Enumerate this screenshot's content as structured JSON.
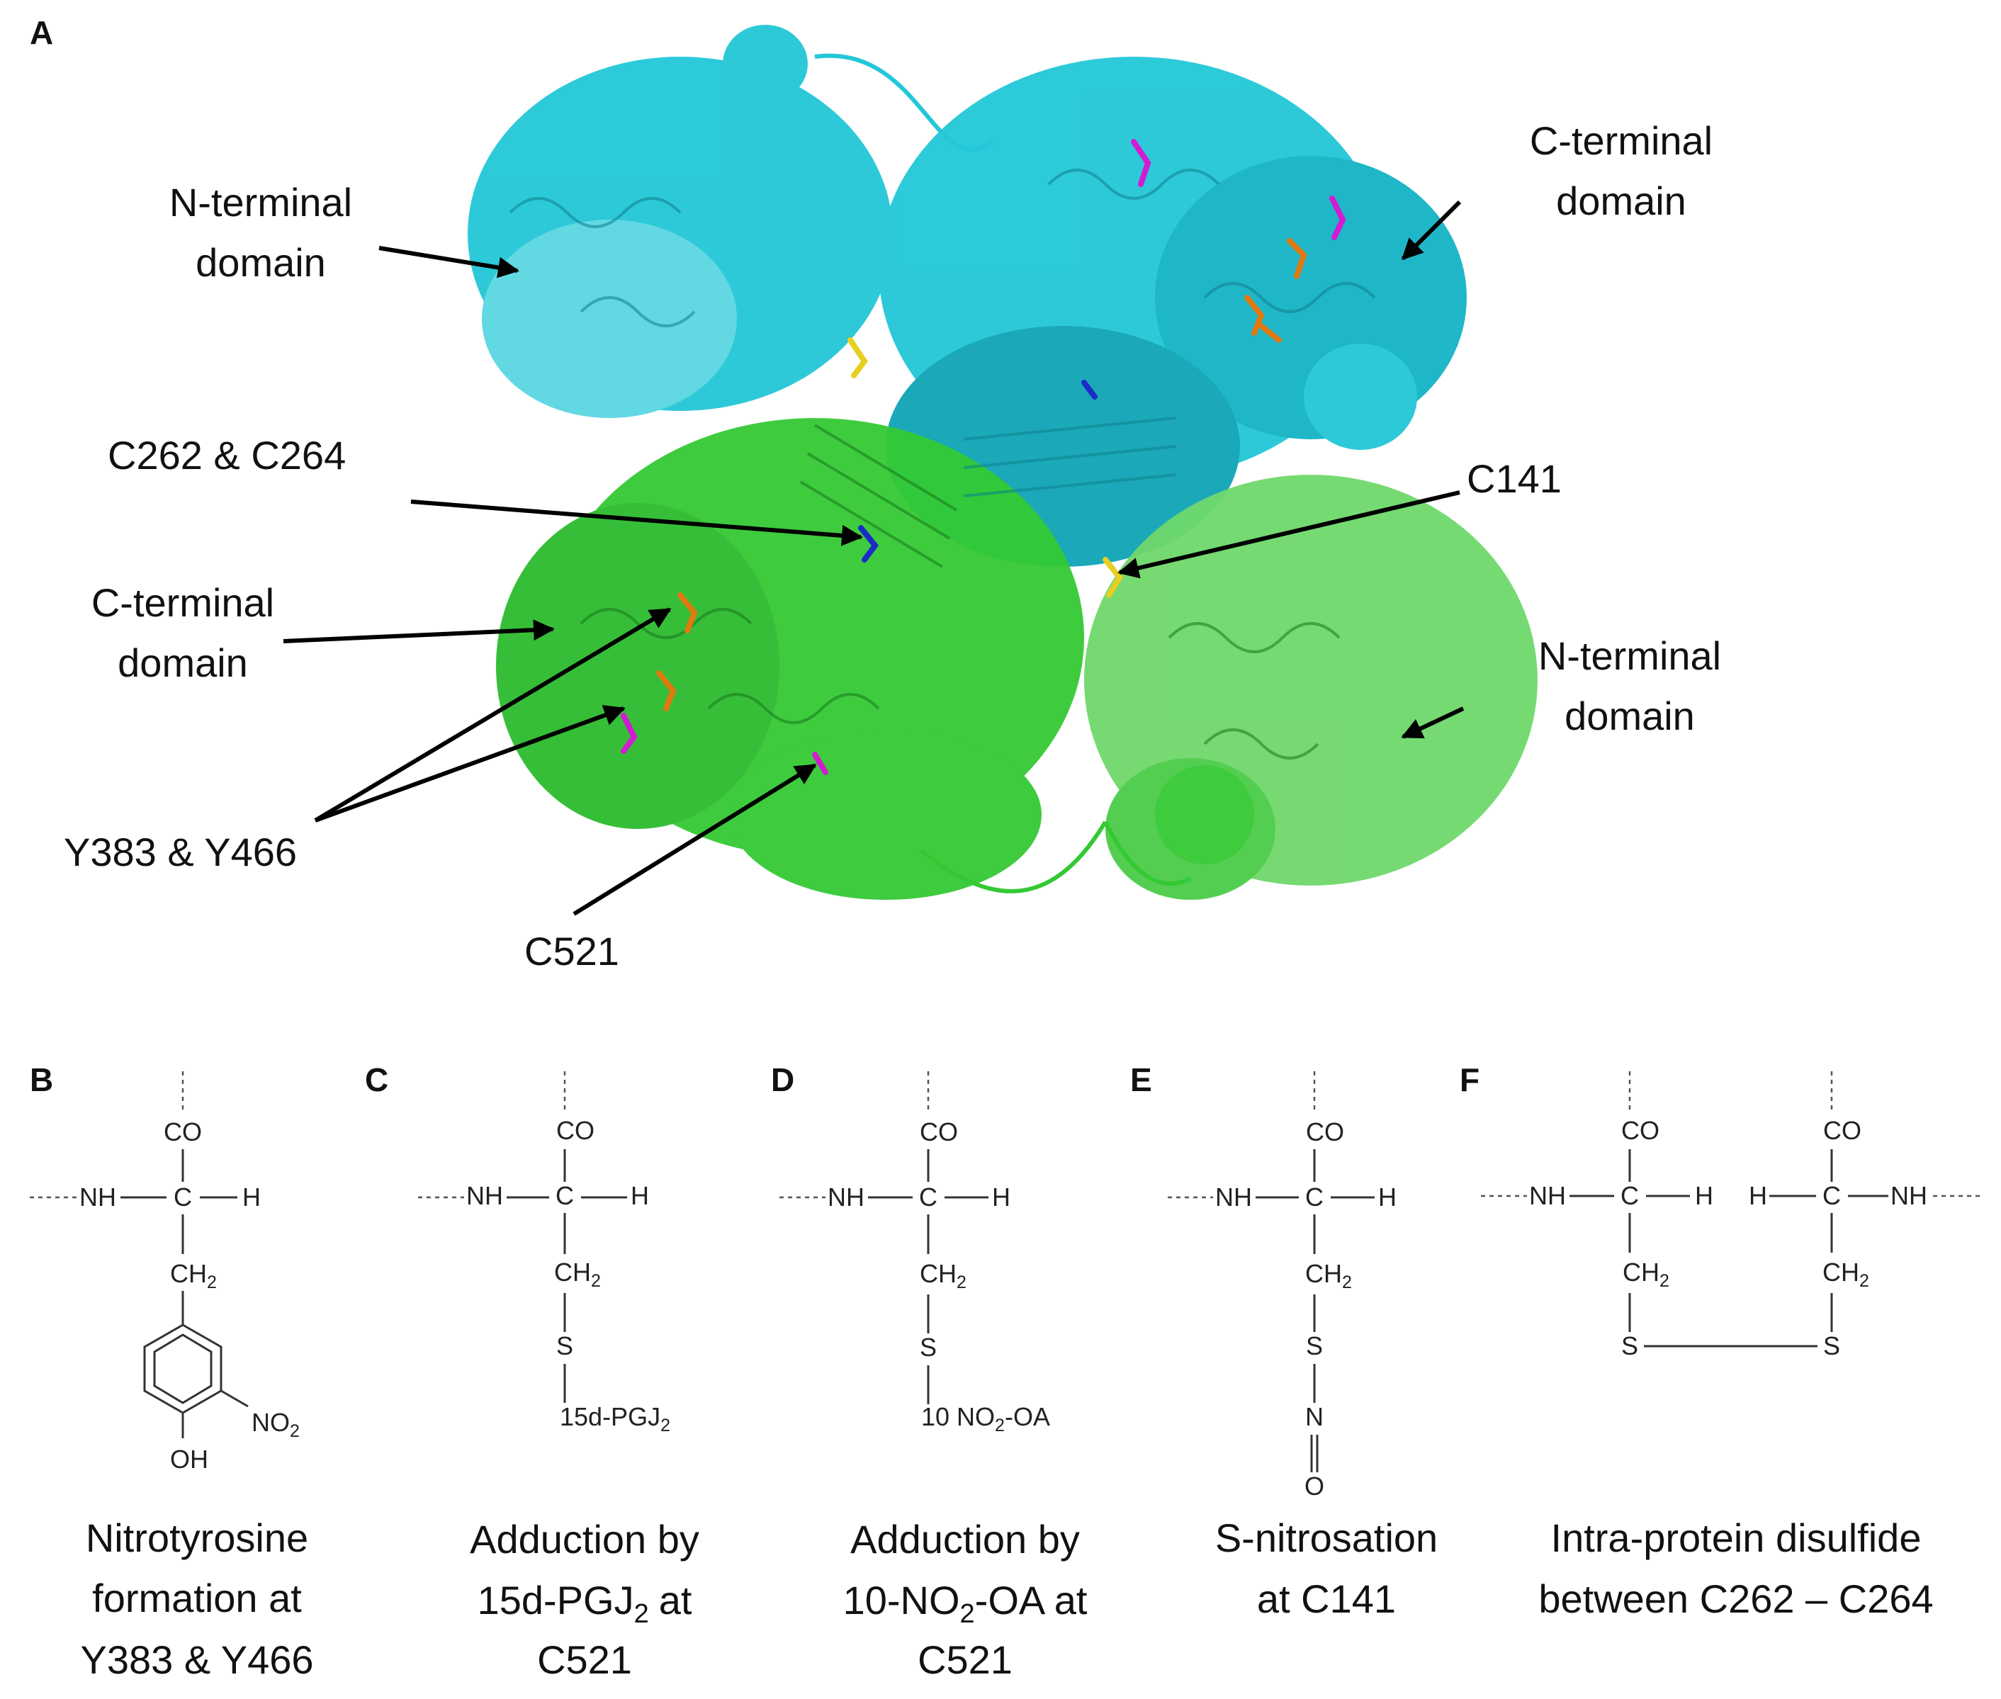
{
  "panelA": {
    "letter": "A",
    "labels": {
      "nterm_top_1": "N-terminal",
      "nterm_top_2": "domain",
      "cterm_top_1": "C-terminal",
      "cterm_top_2": "domain",
      "c262": "C262 & C264",
      "c141": "C141",
      "cterm_left_1": "C-terminal",
      "cterm_left_2": "domain",
      "nterm_right_1": "N-terminal",
      "nterm_right_2": "domain",
      "y383": "Y383 & Y466",
      "c521": "C521"
    },
    "colors": {
      "cyan_chain": "#22c7d8",
      "cyan_dark": "#0fa4b6",
      "green_chain": "#34c934",
      "green_dark": "#1f9e22",
      "green_light": "#6fd86a",
      "magenta": "#d21bd2",
      "orange": "#e07a10",
      "yellow": "#e8d020",
      "blue": "#1a2cc8"
    }
  },
  "panels": [
    {
      "letter": "B",
      "caption": [
        "Nitrotyrosine",
        "formation at",
        "Y383 & Y466"
      ],
      "chem": {
        "co": "CO",
        "nh": "NH",
        "c": "C",
        "h": "H",
        "ch": "CH",
        "sub2": "2",
        "no": "NO",
        "oh": "OH"
      }
    },
    {
      "letter": "C",
      "caption": [
        "Adduction by",
        "15d-PGJ",
        "2",
        "at",
        "C521"
      ],
      "chem": {
        "co": "CO",
        "nh": "NH",
        "c": "C",
        "h": "H",
        "ch": "CH",
        "sub2": "2",
        "s": "S",
        "adduct": "15d-PGJ"
      }
    },
    {
      "letter": "D",
      "caption": [
        "Adduction by",
        "10-NO",
        "2",
        "-OA at",
        "C521"
      ],
      "chem": {
        "co": "CO",
        "nh": "NH",
        "c": "C",
        "h": "H",
        "ch": "CH",
        "sub2": "2",
        "s": "S",
        "adduct_a": "10 NO",
        "adduct_b": "-OA"
      }
    },
    {
      "letter": "E",
      "caption": [
        "S-nitrosation",
        "at C141"
      ],
      "chem": {
        "co": "CO",
        "nh": "NH",
        "c": "C",
        "h": "H",
        "ch": "CH",
        "sub2": "2",
        "s": "S",
        "n": "N",
        "o": "O"
      }
    },
    {
      "letter": "F",
      "caption": [
        "Intra-protein disulfide",
        "between C262 – C264"
      ],
      "chem": {
        "co": "CO",
        "nh": "NH",
        "c": "C",
        "h": "H",
        "ch": "CH",
        "sub2": "2",
        "s": "S"
      }
    }
  ]
}
